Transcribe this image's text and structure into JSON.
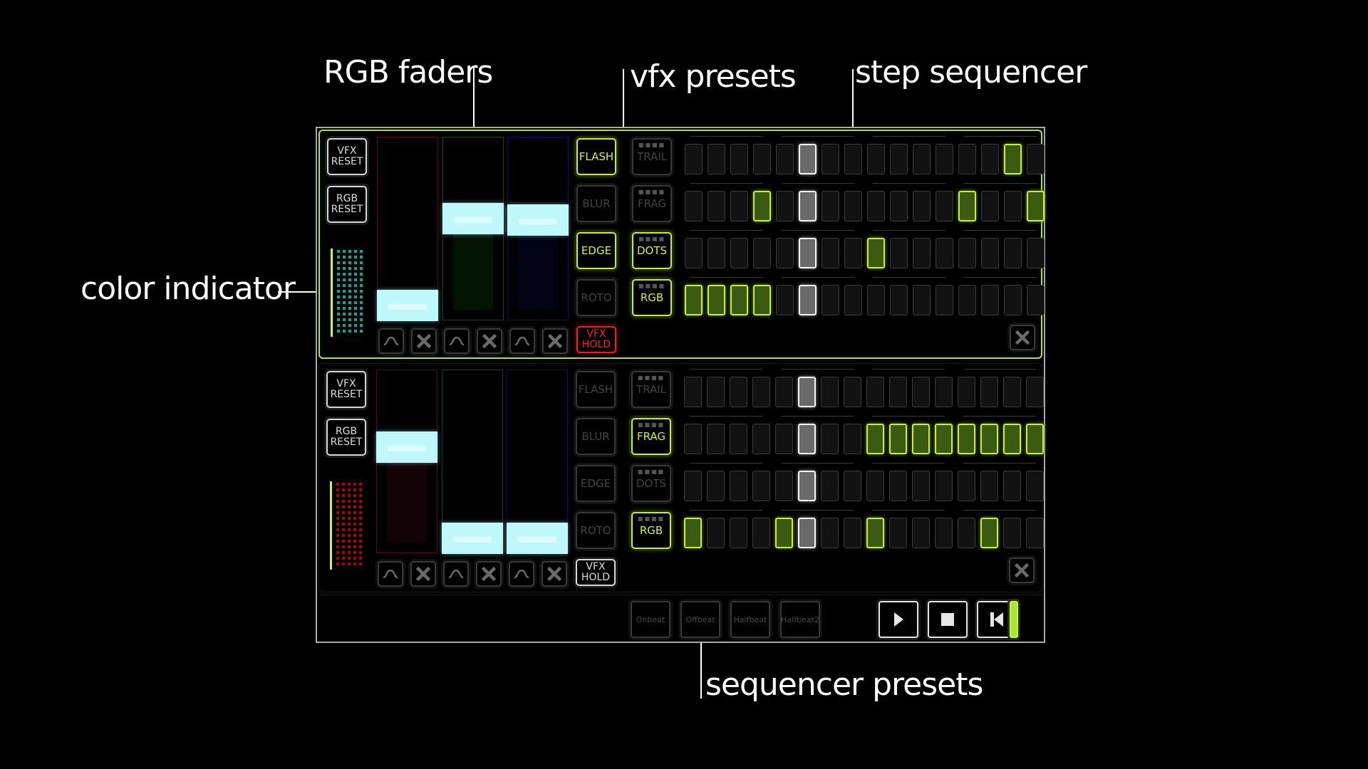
{
  "annotations": {
    "rgb_faders": "RGB faders",
    "vfx_presets": "vfx presets",
    "step_sequencer": "step sequencer",
    "color_indicator": "color indicator",
    "sequencer_presets": "sequencer presets"
  },
  "colors": {
    "accent_green": "#c8f02c",
    "hold_red": "#ff1a1a",
    "fader_knob": "#bff8fb",
    "playhead": "#f5f5f5"
  },
  "decks": [
    {
      "id": "upper",
      "selected": true,
      "vfx_reset_label": "VFX RESET",
      "rgb_reset_label": "RGB RESET",
      "indicator_color": "#0aa6a0",
      "faders": [
        {
          "channel": "R",
          "value": 0.0
        },
        {
          "channel": "G",
          "value": 0.57
        },
        {
          "channel": "B",
          "value": 0.56
        }
      ],
      "fader_buttons": [
        {
          "icon": "curve-icon"
        },
        {
          "icon": "close-icon"
        },
        {
          "icon": "curve-icon"
        },
        {
          "icon": "close-icon"
        },
        {
          "icon": "curve-icon"
        },
        {
          "icon": "close-icon"
        }
      ],
      "vfx": [
        {
          "label": "FLASH",
          "active": true
        },
        {
          "label": "BLUR",
          "active": false
        },
        {
          "label": "EDGE",
          "active": true
        },
        {
          "label": "ROTO",
          "active": false
        }
      ],
      "vfx_hold": {
        "label": "VFX HOLD",
        "active": true
      },
      "tracks": [
        {
          "label": "TRAIL",
          "active": false,
          "steps": [
            0,
            0,
            0,
            0,
            0,
            0,
            0,
            0,
            0,
            0,
            0,
            0,
            0,
            0,
            1,
            0
          ]
        },
        {
          "label": "FRAG",
          "active": false,
          "steps": [
            0,
            0,
            0,
            1,
            0,
            0,
            0,
            0,
            0,
            0,
            0,
            0,
            1,
            0,
            0,
            1
          ]
        },
        {
          "label": "DOTS",
          "active": true,
          "steps": [
            0,
            0,
            0,
            0,
            0,
            0,
            0,
            0,
            1,
            0,
            0,
            0,
            0,
            0,
            0,
            0
          ]
        },
        {
          "label": "RGB",
          "active": true,
          "steps": [
            1,
            1,
            1,
            1,
            0,
            0,
            0,
            0,
            0,
            0,
            0,
            0,
            0,
            0,
            0,
            0
          ]
        }
      ]
    },
    {
      "id": "lower",
      "selected": false,
      "vfx_reset_label": "VFX RESET",
      "rgb_reset_label": "RGB RESET",
      "indicator_color": "#b00000",
      "faders": [
        {
          "channel": "R",
          "value": 0.6
        },
        {
          "channel": "G",
          "value": 0.0
        },
        {
          "channel": "B",
          "value": 0.0
        }
      ],
      "fader_buttons": [
        {
          "icon": "curve-icon"
        },
        {
          "icon": "close-icon"
        },
        {
          "icon": "curve-icon"
        },
        {
          "icon": "close-icon"
        },
        {
          "icon": "curve-icon"
        },
        {
          "icon": "close-icon"
        }
      ],
      "vfx": [
        {
          "label": "FLASH",
          "active": false
        },
        {
          "label": "BLUR",
          "active": false
        },
        {
          "label": "EDGE",
          "active": false
        },
        {
          "label": "ROTO",
          "active": false
        }
      ],
      "vfx_hold": {
        "label": "VFX HOLD",
        "active": false
      },
      "tracks": [
        {
          "label": "TRAIL",
          "active": false,
          "steps": [
            0,
            0,
            0,
            0,
            0,
            0,
            0,
            0,
            0,
            0,
            0,
            0,
            0,
            0,
            0,
            0
          ]
        },
        {
          "label": "FRAG",
          "active": true,
          "steps": [
            0,
            0,
            0,
            0,
            0,
            0,
            0,
            0,
            1,
            1,
            1,
            1,
            1,
            1,
            1,
            1
          ]
        },
        {
          "label": "DOTS",
          "active": false,
          "steps": [
            0,
            0,
            0,
            0,
            0,
            0,
            0,
            0,
            0,
            0,
            0,
            0,
            0,
            0,
            0,
            0
          ]
        },
        {
          "label": "RGB",
          "active": true,
          "steps": [
            1,
            0,
            0,
            0,
            1,
            0,
            0,
            0,
            1,
            0,
            0,
            0,
            0,
            1,
            0,
            0
          ]
        }
      ]
    }
  ],
  "sequencer": {
    "step_count": 16,
    "playhead_step": 6,
    "presets": [
      "Onbeat",
      "Offbeat",
      "Halfbeat",
      "Halfbeat2"
    ],
    "transport": [
      {
        "name": "play",
        "icon": "play-icon"
      },
      {
        "name": "stop",
        "icon": "stop-icon"
      },
      {
        "name": "rewind",
        "icon": "skip-back-icon"
      }
    ],
    "tempo_indicator_on": true
  }
}
